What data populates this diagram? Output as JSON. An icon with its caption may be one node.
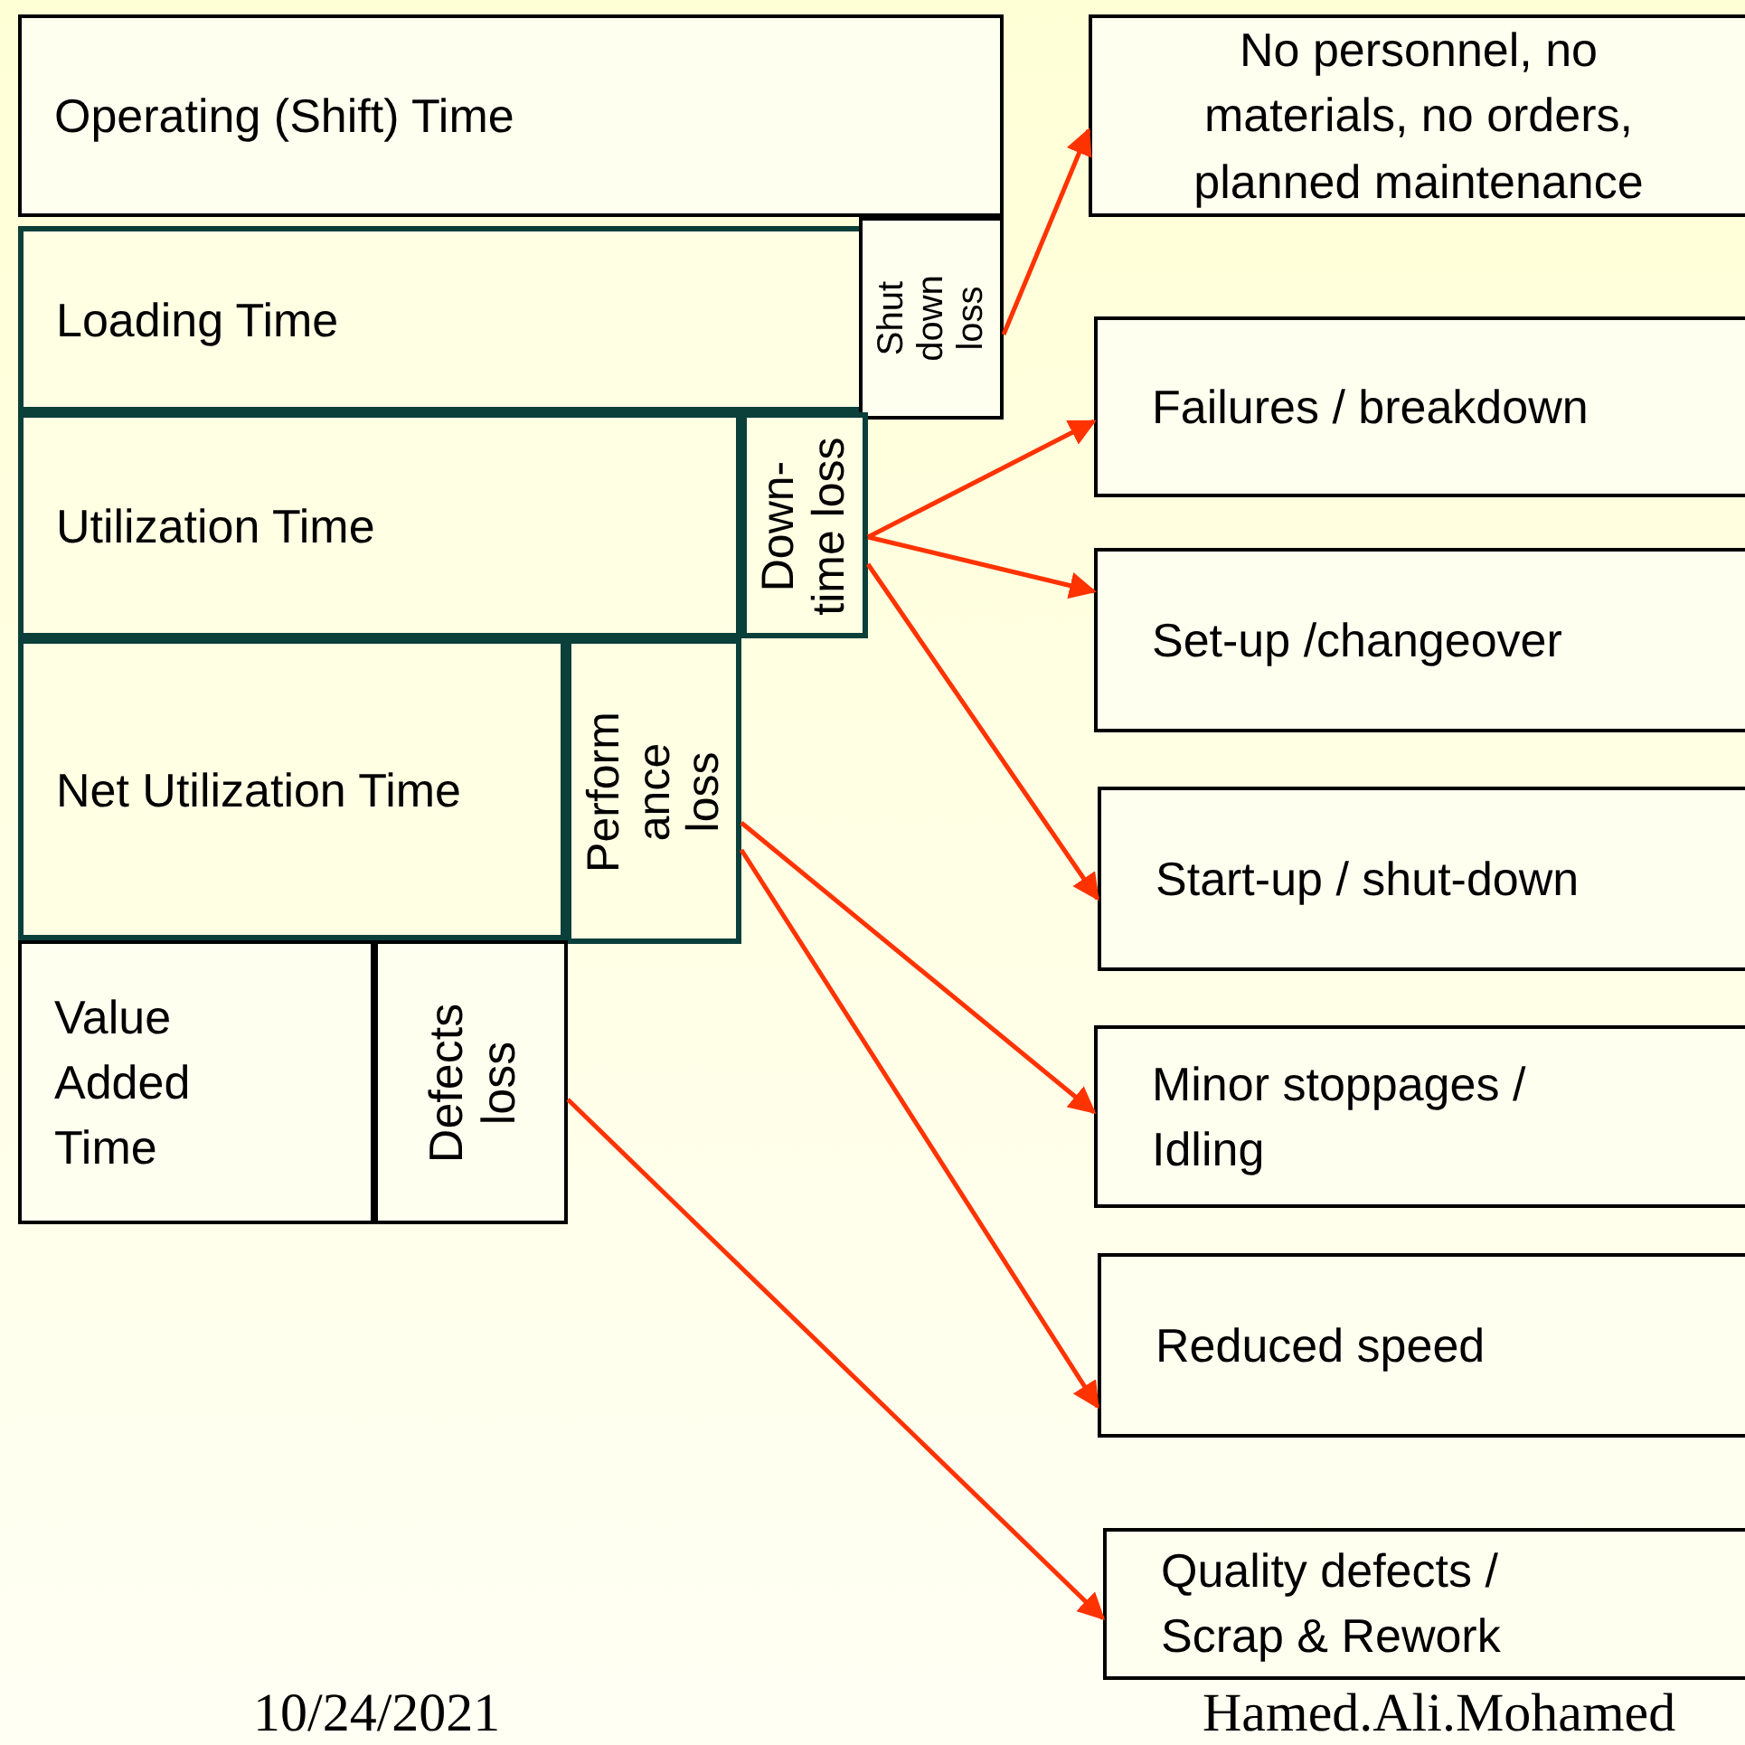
{
  "diagram": {
    "nodes": [
      {
        "text": [
          "Operating  (Shift) Time"
        ]
      },
      {
        "text": [
          "Loading Time"
        ]
      },
      {
        "text": [
          "Shut down loss"
        ]
      },
      {
        "text": [
          "Utilization Time"
        ]
      },
      {
        "text": [
          "Down- time loss"
        ]
      },
      {
        "text": [
          "Net Utilization Time"
        ]
      },
      {
        "text": [
          "Perform ance loss"
        ]
      },
      {
        "text": [
          "Value Added Time"
        ]
      },
      {
        "text": [
          "Defects loss"
        ]
      },
      {
        "text": [
          "No personnel, no materials, no orders, planned maintenance"
        ]
      },
      {
        "text": [
          "Failures / breakdown"
        ]
      },
      {
        "text": [
          "Set-up /changeover"
        ]
      },
      {
        "text": [
          "Start-up / shut-down"
        ]
      },
      {
        "text": [
          "Minor stoppages / Idling"
        ]
      },
      {
        "text": [
          "Reduced speed"
        ]
      },
      {
        "text": [
          "Quality defects / Scrap & Rework"
        ]
      }
    ],
    "edges": [
      {
        "from": 2,
        "to": 9,
        "arrow": "to"
      },
      {
        "from": 4,
        "to": 10,
        "arrow": "to"
      },
      {
        "from": 4,
        "to": 11,
        "arrow": "to"
      },
      {
        "from": 4,
        "to": 12,
        "arrow": "to"
      },
      {
        "from": 6,
        "to": 13,
        "arrow": "to"
      },
      {
        "from": 6,
        "to": 14,
        "arrow": "to"
      },
      {
        "from": 8,
        "to": 15,
        "arrow": "to"
      }
    ],
    "labels": [
      "10/24/2021",
      "Hamed.Ali.Mohamed"
    ]
  }
}
